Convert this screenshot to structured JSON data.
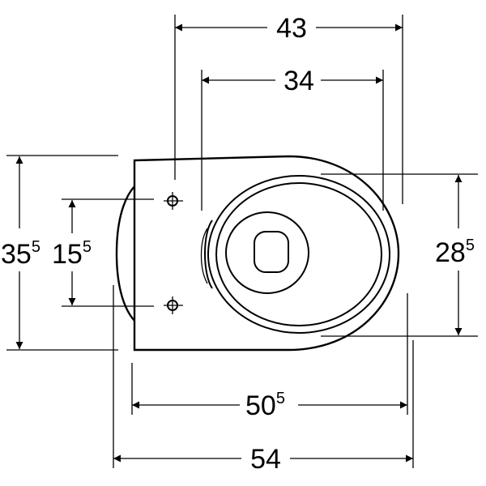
{
  "dimensions": {
    "top_width": {
      "main": "43",
      "sup": ""
    },
    "seat_width": {
      "main": "34",
      "sup": ""
    },
    "total_depth": {
      "main": "35",
      "sup": "5"
    },
    "fixing_spacing": {
      "main": "15",
      "sup": "5"
    },
    "bowl_depth": {
      "main": "28",
      "sup": "5"
    },
    "inner_length": {
      "main": "50",
      "sup": "5"
    },
    "total_length": {
      "main": "54",
      "sup": ""
    }
  }
}
